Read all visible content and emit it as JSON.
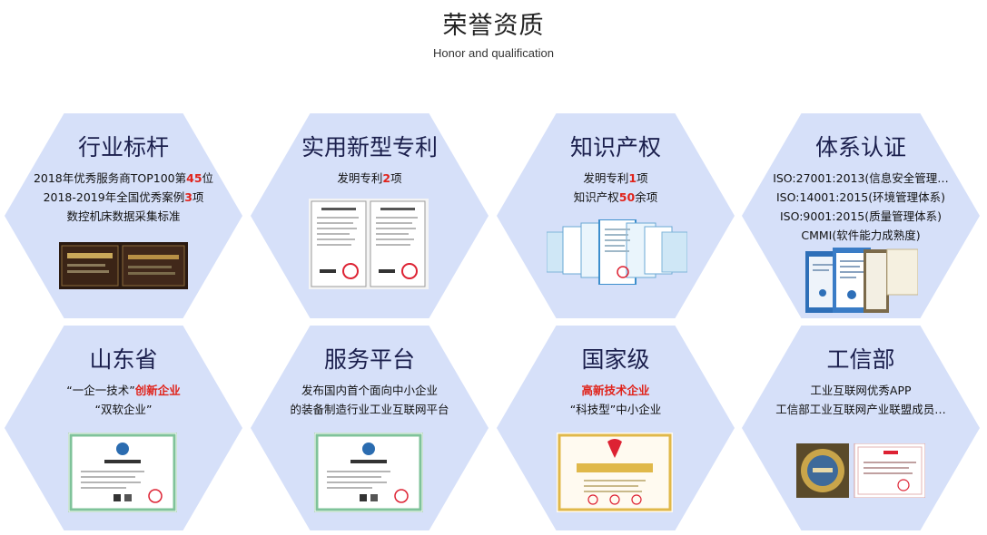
{
  "header": {
    "title": "荣誉资质",
    "subtitle": "Honor and qualification"
  },
  "cards": [
    {
      "title": "行业标杆",
      "lines": [
        {
          "pre": "2018年优秀服务商TOP100第",
          "hl": "45",
          "post": "位"
        },
        {
          "pre": "2018-2019年全国优秀案例",
          "hl": "3",
          "post": "项"
        },
        {
          "pre": "数控机床数据采集标准",
          "hl": "",
          "post": ""
        }
      ]
    },
    {
      "title": "实用新型专利",
      "lines": [
        {
          "pre": "发明专利",
          "hl": "2",
          "post": "项"
        }
      ]
    },
    {
      "title": "知识产权",
      "lines": [
        {
          "pre": "发明专利",
          "hl": "1",
          "post": "项"
        },
        {
          "pre": "知识产权",
          "hl": "50",
          "post": "余项"
        }
      ]
    },
    {
      "title": "体系认证",
      "lines": [
        {
          "pre": "ISO:27001:2013(信息安全管理…",
          "hl": "",
          "post": ""
        },
        {
          "pre": "ISO:14001:2015(环境管理体系)",
          "hl": "",
          "post": ""
        },
        {
          "pre": "ISO:9001:2015(质量管理体系)",
          "hl": "",
          "post": ""
        },
        {
          "pre": "CMMI(软件能力成熟度)",
          "hl": "",
          "post": ""
        }
      ]
    },
    {
      "title": "山东省",
      "lines": [
        {
          "pre": "“一企一技术”",
          "hl": "创新企业",
          "post": ""
        },
        {
          "pre": "“双软企业”",
          "hl": "",
          "post": ""
        }
      ]
    },
    {
      "title": "服务平台",
      "lines": [
        {
          "pre": "发布国内首个面向中小企业",
          "hl": "",
          "post": ""
        },
        {
          "pre": "的装备制造行业工业互联网平台",
          "hl": "",
          "post": ""
        }
      ]
    },
    {
      "title": "国家级",
      "lines": [
        {
          "pre": "",
          "hl": "高新技术企业",
          "post": ""
        },
        {
          "pre": "“科技型”中小企业",
          "hl": "",
          "post": ""
        }
      ]
    },
    {
      "title": "工信部",
      "lines": [
        {
          "pre": "工业互联网优秀APP",
          "hl": "",
          "post": ""
        },
        {
          "pre": "工信部工业互联网产业联盟成员…",
          "hl": "",
          "post": ""
        }
      ]
    }
  ],
  "colors": {
    "hex_bg": "#d6e0f9",
    "title": "#1b1f4d",
    "highlight": "#e0231b"
  }
}
